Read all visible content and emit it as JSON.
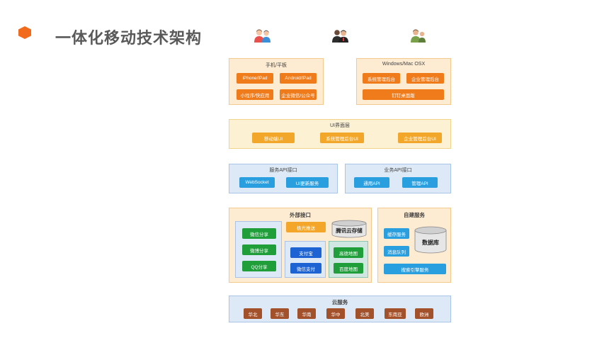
{
  "page": {
    "title": "一体化移动技术架构"
  },
  "icons": [
    "people-icon",
    "users-icon",
    "user-icon"
  ],
  "layers": {
    "mobile": {
      "title": "手机/平板",
      "buttons": [
        "iPhone/iPad",
        "Android/iPad",
        "小程序/快应用",
        "企业微信/公众号"
      ]
    },
    "desktop": {
      "title": "Windows/Mac OSX",
      "buttons": [
        "系统管理后台",
        "企业管理后台",
        "钉钉桌面版"
      ]
    },
    "ui": {
      "title": "UI界面层",
      "buttons": [
        "移动端UI",
        "系统管理后台UI",
        "企业管理后台UI"
      ]
    },
    "service_api": {
      "title": "服务API接口",
      "buttons": [
        "WebSocket",
        "UI更新服务"
      ]
    },
    "business_api": {
      "title": "业务API接口",
      "buttons": [
        "通用API",
        "管理API"
      ]
    },
    "external": {
      "title": "外部接口",
      "share": [
        "微信分享",
        "微博分享",
        "QQ分享"
      ],
      "push": "极光推送",
      "storage": "腾讯云存储",
      "pay": [
        "支付宝",
        "微信支付"
      ],
      "maps": [
        "高德地图",
        "百度地图"
      ]
    },
    "self_built": {
      "title": "自建服务",
      "buttons": [
        "缓存服务",
        "消息队列",
        "搜索引擎服务"
      ],
      "db": "数据库"
    },
    "cloud": {
      "title": "云服务",
      "regions": [
        "华北",
        "华东",
        "华南",
        "华中",
        "北美",
        "东南亚",
        "欧洲"
      ]
    }
  }
}
